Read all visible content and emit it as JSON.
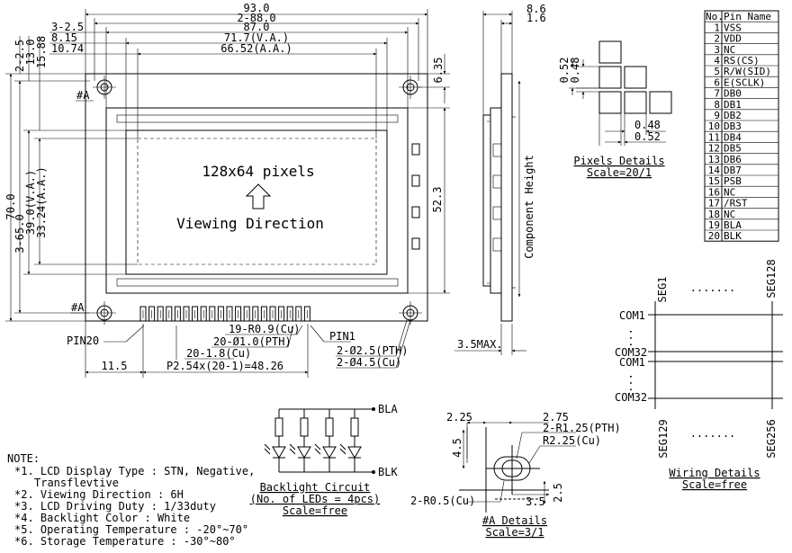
{
  "front_view": {
    "dims": {
      "d_93": "93.0",
      "d_88": "2-88.0",
      "d_87": "87.0",
      "d_71_7": "71.7(V.A.)",
      "d_66_52": "66.52(A.A.)",
      "d_3_2_5": "3-2.5",
      "d_8_15": "8.15",
      "d_10_74": "10.74",
      "d_6_35": "6.35",
      "d_2_2_5": "2-2.5",
      "d_13": "13.0",
      "d_15_88": "15.88",
      "d_70": "70.0",
      "d_3_65": "3-65.0",
      "d_39": "39.0(V.A.)",
      "d_33_24": "33.24(A.A.)",
      "d_52_3": "52.3",
      "d_11_5": "11.5",
      "d_pitch": "P2.54x(20-1)=48.26",
      "d_pad_r": "19-R0.9(Cu)",
      "d_pth": "20-Ø1.0(PTH)",
      "d_pad_w": "20-1.8(Cu)",
      "d_mh_pth": "2-Ø2.5(PTH)",
      "d_mh_cu": "2-Ø4.5(Cu)"
    },
    "labels": {
      "mark_a_top": "#A",
      "mark_a_bottom": "#A",
      "pin20": "PIN20",
      "pin1": "PIN1"
    },
    "screen": {
      "resolution": "128x64 pixels",
      "viewing": "Viewing Direction"
    }
  },
  "side_view": {
    "d_8_6": "8.6",
    "d_1_6": "1.6",
    "component_height": "Component Height",
    "d_3_5max": "3.5MAX."
  },
  "pixel_details": {
    "title": "Pixels Details",
    "scale": "Scale=20/1",
    "d_0_52_v": "0.52",
    "d_0_48_v": "0.48",
    "d_0_48_h": "0.48",
    "d_0_52_h": "0.52"
  },
  "pin_table": {
    "headers": [
      "No.",
      "Pin Name"
    ],
    "rows": [
      [
        "1",
        "VSS"
      ],
      [
        "2",
        "VDD"
      ],
      [
        "3",
        "NC"
      ],
      [
        "4",
        "RS(CS)"
      ],
      [
        "5",
        "R/W(SID)"
      ],
      [
        "6",
        "E(SCLK)"
      ],
      [
        "7",
        "DB0"
      ],
      [
        "8",
        "DB1"
      ],
      [
        "9",
        "DB2"
      ],
      [
        "10",
        "DB3"
      ],
      [
        "11",
        "DB4"
      ],
      [
        "12",
        "DB5"
      ],
      [
        "13",
        "DB6"
      ],
      [
        "14",
        "DB7"
      ],
      [
        "15",
        "PSB"
      ],
      [
        "16",
        "NC"
      ],
      [
        "17",
        "/RST"
      ],
      [
        "18",
        "NC"
      ],
      [
        "19",
        "BLA"
      ],
      [
        "20",
        "BLK"
      ]
    ]
  },
  "wiring": {
    "seg1": "SEG1",
    "seg128": "SEG128",
    "seg129": "SEG129",
    "seg256": "SEG256",
    "dots_top": ".......",
    "dots_bottom": ".......",
    "com1_a": "COM1",
    "com32_a": "COM32",
    "com1_b": "COM1",
    "com32_b": "COM32",
    "title": "Wiring Details",
    "scale": "Scale=free"
  },
  "backlight": {
    "bla": "BLA",
    "blk": "BLK",
    "title": "Backlight Circuit",
    "subtitle": "(No. of LEDs = 4pcs)",
    "scale": "Scale=free"
  },
  "detail_a": {
    "d_2_25": "2.25",
    "d_2_75": "2.75",
    "d_r125": "2-R1.25(PTH)",
    "d_r225": "R2.25(Cu)",
    "d_4_5": "4.5",
    "d_r05": "2-R0.5(Cu)",
    "d_3_5": "3.5",
    "d_2_5": "2.5",
    "title": "#A Details",
    "scale": "Scale=3/1"
  },
  "notes": {
    "title": "NOTE:",
    "lines": [
      "*1. LCD Display Type : STN, Negative,",
      "Transflevtive",
      "*2. Viewing Direction : 6H",
      "*3. LCD Driving Duty : 1/33duty",
      "*4. Backlight Color : White",
      "*5. Operating Temperature : -20°~70°",
      "*6. Storage Temperature : -30°~80°"
    ]
  }
}
